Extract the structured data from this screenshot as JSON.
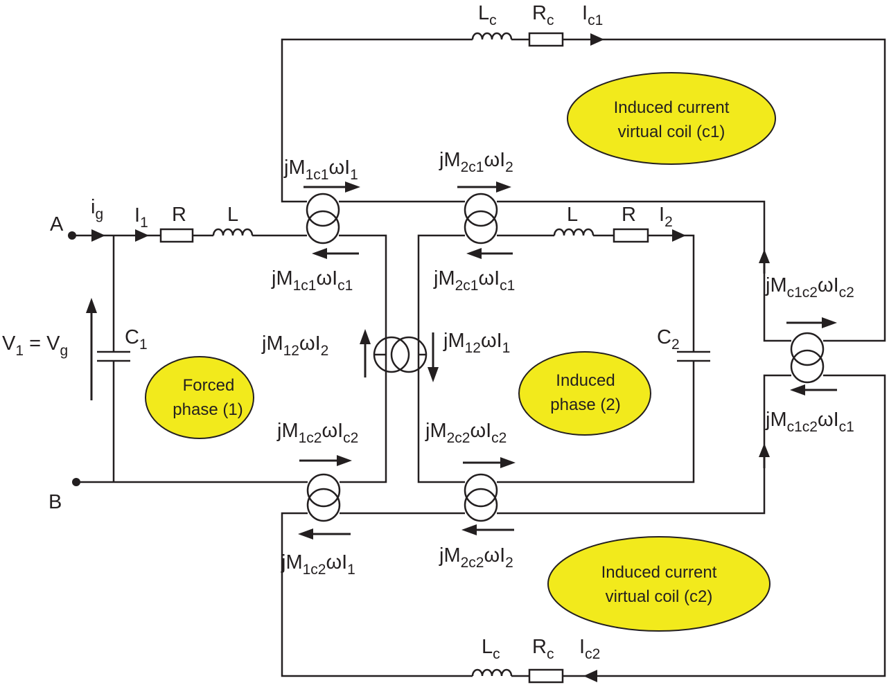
{
  "labels": {
    "node_a": "A",
    "node_b": "B",
    "c1": {
      "base": "C",
      "sub": "1"
    },
    "c2": {
      "base": "C",
      "sub": "2"
    },
    "v1": {
      "lhs": "V",
      "lhs_sub": "1",
      "mid": " = V",
      "rhs_sub": "g"
    },
    "ig": {
      "base": "i",
      "sub": "g"
    },
    "i1": {
      "base": "I",
      "sub": "1"
    },
    "i2": {
      "base": "I",
      "sub": "2"
    },
    "r_forced": "R",
    "l_forced": "L",
    "r_induced": "R",
    "l_induced": "L",
    "lc_top": {
      "base": "L",
      "sub": "c"
    },
    "rc_top": {
      "base": "R",
      "sub": "c"
    },
    "ic1": {
      "base": "I",
      "sub": "c1"
    },
    "lc_bot": {
      "base": "L",
      "sub": "c"
    },
    "rc_bot": {
      "base": "R",
      "sub": "c"
    },
    "ic2": {
      "base": "I",
      "sub": "c2"
    }
  },
  "sources": {
    "m1c1_wi1": {
      "a": "jM",
      "b": "1c1",
      "c": "ωI",
      "d": "1"
    },
    "m1c1_wic1": {
      "a": "jM",
      "b": "1c1",
      "c": "ωI",
      "d": "c1"
    },
    "m2c1_wi2": {
      "a": "jM",
      "b": "2c1",
      "c": "ωI",
      "d": "2"
    },
    "m2c1_wic1": {
      "a": "jM",
      "b": "2c1",
      "c": "ωI",
      "d": "c1"
    },
    "m12_wi2": {
      "a": "jM",
      "b": "12",
      "c": "ωI",
      "d": "2"
    },
    "m12_wi1": {
      "a": "jM",
      "b": "12",
      "c": "ωI",
      "d": "1"
    },
    "m1c2_wic2": {
      "a": "jM",
      "b": "1c2",
      "c": "ωI",
      "d": "c2"
    },
    "m1c2_wi1": {
      "a": "jM",
      "b": "1c2",
      "c": "ωI",
      "d": "1"
    },
    "m2c2_wic2": {
      "a": "jM",
      "b": "2c2",
      "c": "ωI",
      "d": "c2"
    },
    "m2c2_wi2": {
      "a": "jM",
      "b": "2c2",
      "c": "ωI",
      "d": "2"
    },
    "mc1c2_wic2": {
      "a": "jM",
      "b": "c1c2",
      "c": "ωI",
      "d": "c2"
    },
    "mc1c2_wic1": {
      "a": "jM",
      "b": "c1c2",
      "c": "ωI",
      "d": "c1"
    }
  },
  "ovals": {
    "forced": {
      "line1": "Forced",
      "line2": "phase (1)"
    },
    "induced": {
      "line1": "Induced",
      "line2": "phase (2)"
    },
    "coil_c1": {
      "line1": "Induced current",
      "line2": "virtual coil (c1)"
    },
    "coil_c2": {
      "line1": "Induced current",
      "line2": "virtual coil (c2)"
    }
  },
  "colors": {
    "oval_fill": "#f2ea1c",
    "ink": "#231f20"
  }
}
